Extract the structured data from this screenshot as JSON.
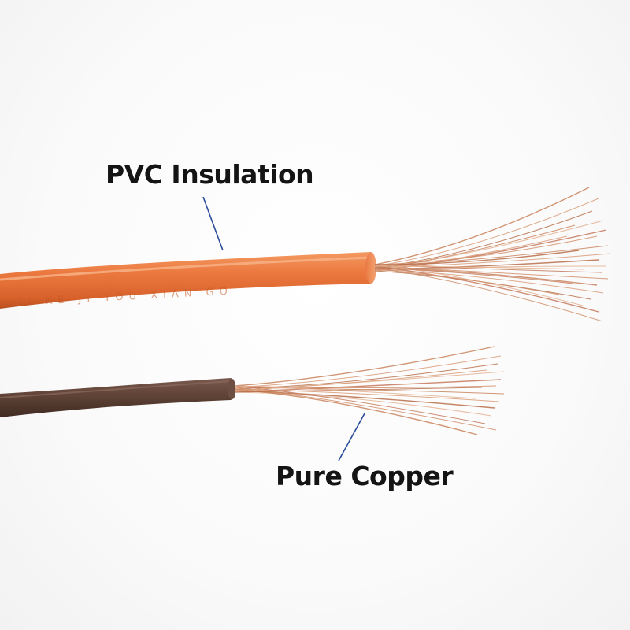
{
  "labels": {
    "insulation": "PVC Insulation",
    "conductor": "Pure Copper"
  },
  "wire_print": "ZI KE JI YOU XIAN GO",
  "colors": {
    "orange_insulation": "#e8723a",
    "brown_insulation": "#5e4238",
    "copper": "#c9825c",
    "leader_line": "#2b4c9a",
    "label_text": "#141414",
    "background": "#fbfbfb"
  }
}
